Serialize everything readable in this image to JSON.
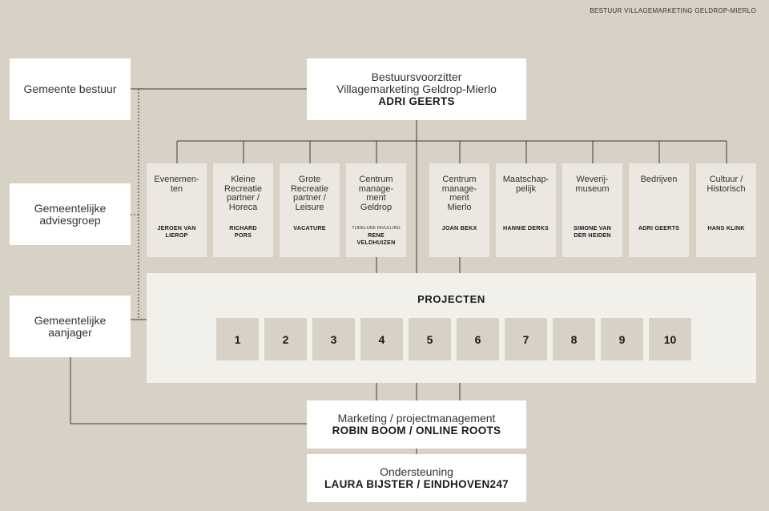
{
  "header": {
    "caption": "BESTUUR VILLAGEMARKETING GELDROP-MIERLO"
  },
  "chair": {
    "line1": "Bestuursvoorzitter",
    "line2": "Villagemarketing Geldrop-Mierlo",
    "name": "ADRI GEERTS"
  },
  "side": {
    "gemeente_bestuur": "Gemeente bestuur",
    "adviesgroep": {
      "line1": "Gemeentelijke",
      "line2": "adviesgroep"
    },
    "aanjager": {
      "line1": "Gemeentelijke",
      "line2": "aanjager"
    }
  },
  "committees": [
    {
      "role": [
        "Evenemen-",
        "ten"
      ],
      "member": [
        "JEROEN VAN",
        "LIEROP"
      ]
    },
    {
      "role": [
        "Kleine",
        "Recreatie",
        "partner /",
        "Horeca"
      ],
      "member": [
        "RICHARD",
        "PORS"
      ]
    },
    {
      "role": [
        "Grote",
        "Recreatie",
        "partner /",
        "Leisure"
      ],
      "member": [
        "VACATURE"
      ]
    },
    {
      "role": [
        "Centrum",
        "manage-",
        "ment",
        "Geldrop"
      ],
      "note": "TIJDELIJKE INVULLING",
      "member": [
        "RENE",
        "VELDHUIZEN"
      ]
    },
    {
      "role": [
        "Centrum",
        "manage-",
        "ment",
        "Mierlo"
      ],
      "member": [
        "JOAN BEKX"
      ]
    },
    {
      "role": [
        "Maatschap-",
        "pelijk"
      ],
      "member": [
        "HANNIE DERKS"
      ]
    },
    {
      "role": [
        "Weverij-",
        "museum"
      ],
      "member": [
        "SIMONE VAN",
        "DER HEIDEN"
      ]
    },
    {
      "role": [
        "Bedrijven"
      ],
      "member": [
        "ADRI GEERTS"
      ]
    },
    {
      "role": [
        "Cultuur /",
        "Historisch"
      ],
      "member": [
        "HANS KLINK"
      ]
    }
  ],
  "projects": {
    "title": "PROJECTEN",
    "items": [
      "1",
      "2",
      "3",
      "4",
      "5",
      "6",
      "7",
      "8",
      "9",
      "10"
    ]
  },
  "marketing": {
    "role": "Marketing / projectmanagement",
    "name": "ROBIN BOOM / ONLINE ROOTS"
  },
  "support": {
    "role": "Ondersteuning",
    "name": "LAURA BIJSTER / EINDHOVEN247"
  }
}
